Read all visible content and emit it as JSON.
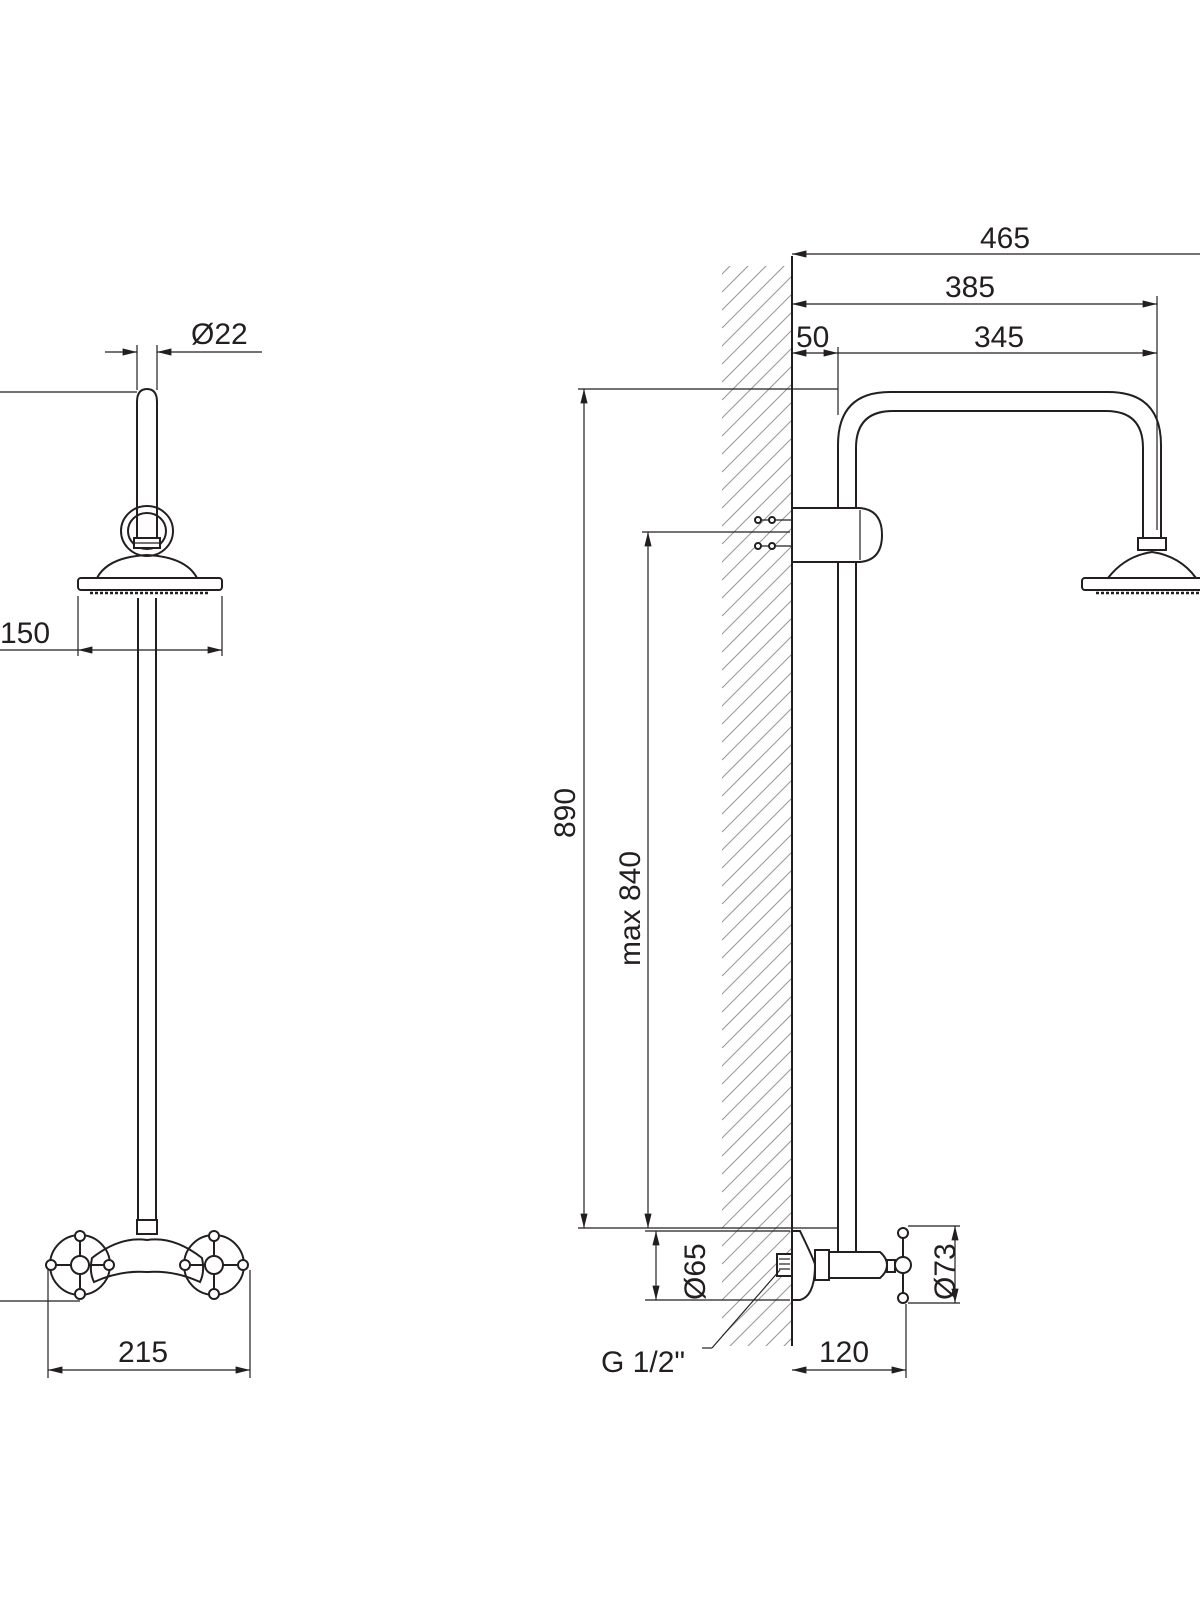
{
  "dimensions": {
    "front_pipe_diameter": "Ø22",
    "front_head_width": "150",
    "front_base_width": "215",
    "side_total_projection": "465",
    "side_head_projection": "385",
    "side_pipe_offset": "50",
    "side_arm_length": "345",
    "side_total_height": "890",
    "side_max_height": "max 840",
    "side_flange_diameter": "Ø65",
    "side_handle_diameter": "Ø73",
    "side_thread": "G 1/2\"",
    "side_mixer_depth": "120"
  }
}
